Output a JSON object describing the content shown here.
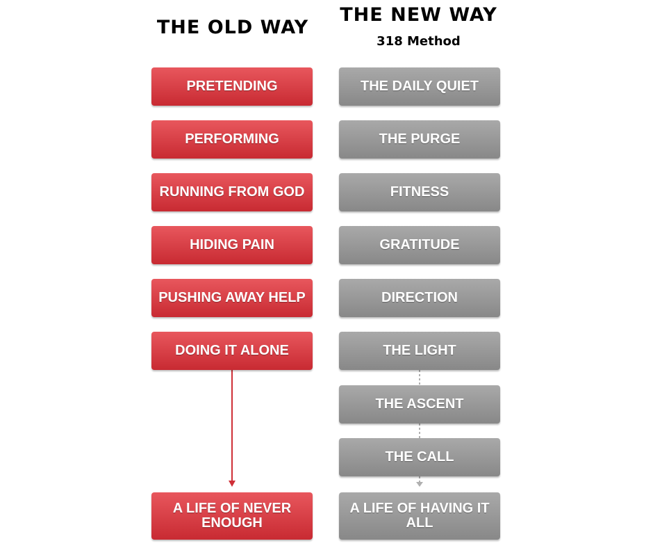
{
  "headings": {
    "old": "THE OLD WAY",
    "new": "THE NEW WAY",
    "new_sub": "318 Method"
  },
  "old_way": {
    "items": [
      "PRETENDING",
      "PERFORMING",
      "RUNNING FROM GOD",
      "HIDING PAIN",
      "PUSHING AWAY HELP",
      "DOING IT ALONE"
    ],
    "result": "A LIFE OF NEVER ENOUGH"
  },
  "new_way": {
    "items": [
      "THE DAILY QUIET",
      "THE PURGE",
      "FITNESS",
      "GRATITUDE",
      "DIRECTION",
      "THE LIGHT",
      "THE ASCENT",
      "THE CALL"
    ],
    "result": "A LIFE OF HAVING IT ALL"
  },
  "colors": {
    "old_box": "#d63a42",
    "new_box": "#999999",
    "old_arrow": "#cf2f37",
    "new_connector": "#b0b0b0"
  }
}
